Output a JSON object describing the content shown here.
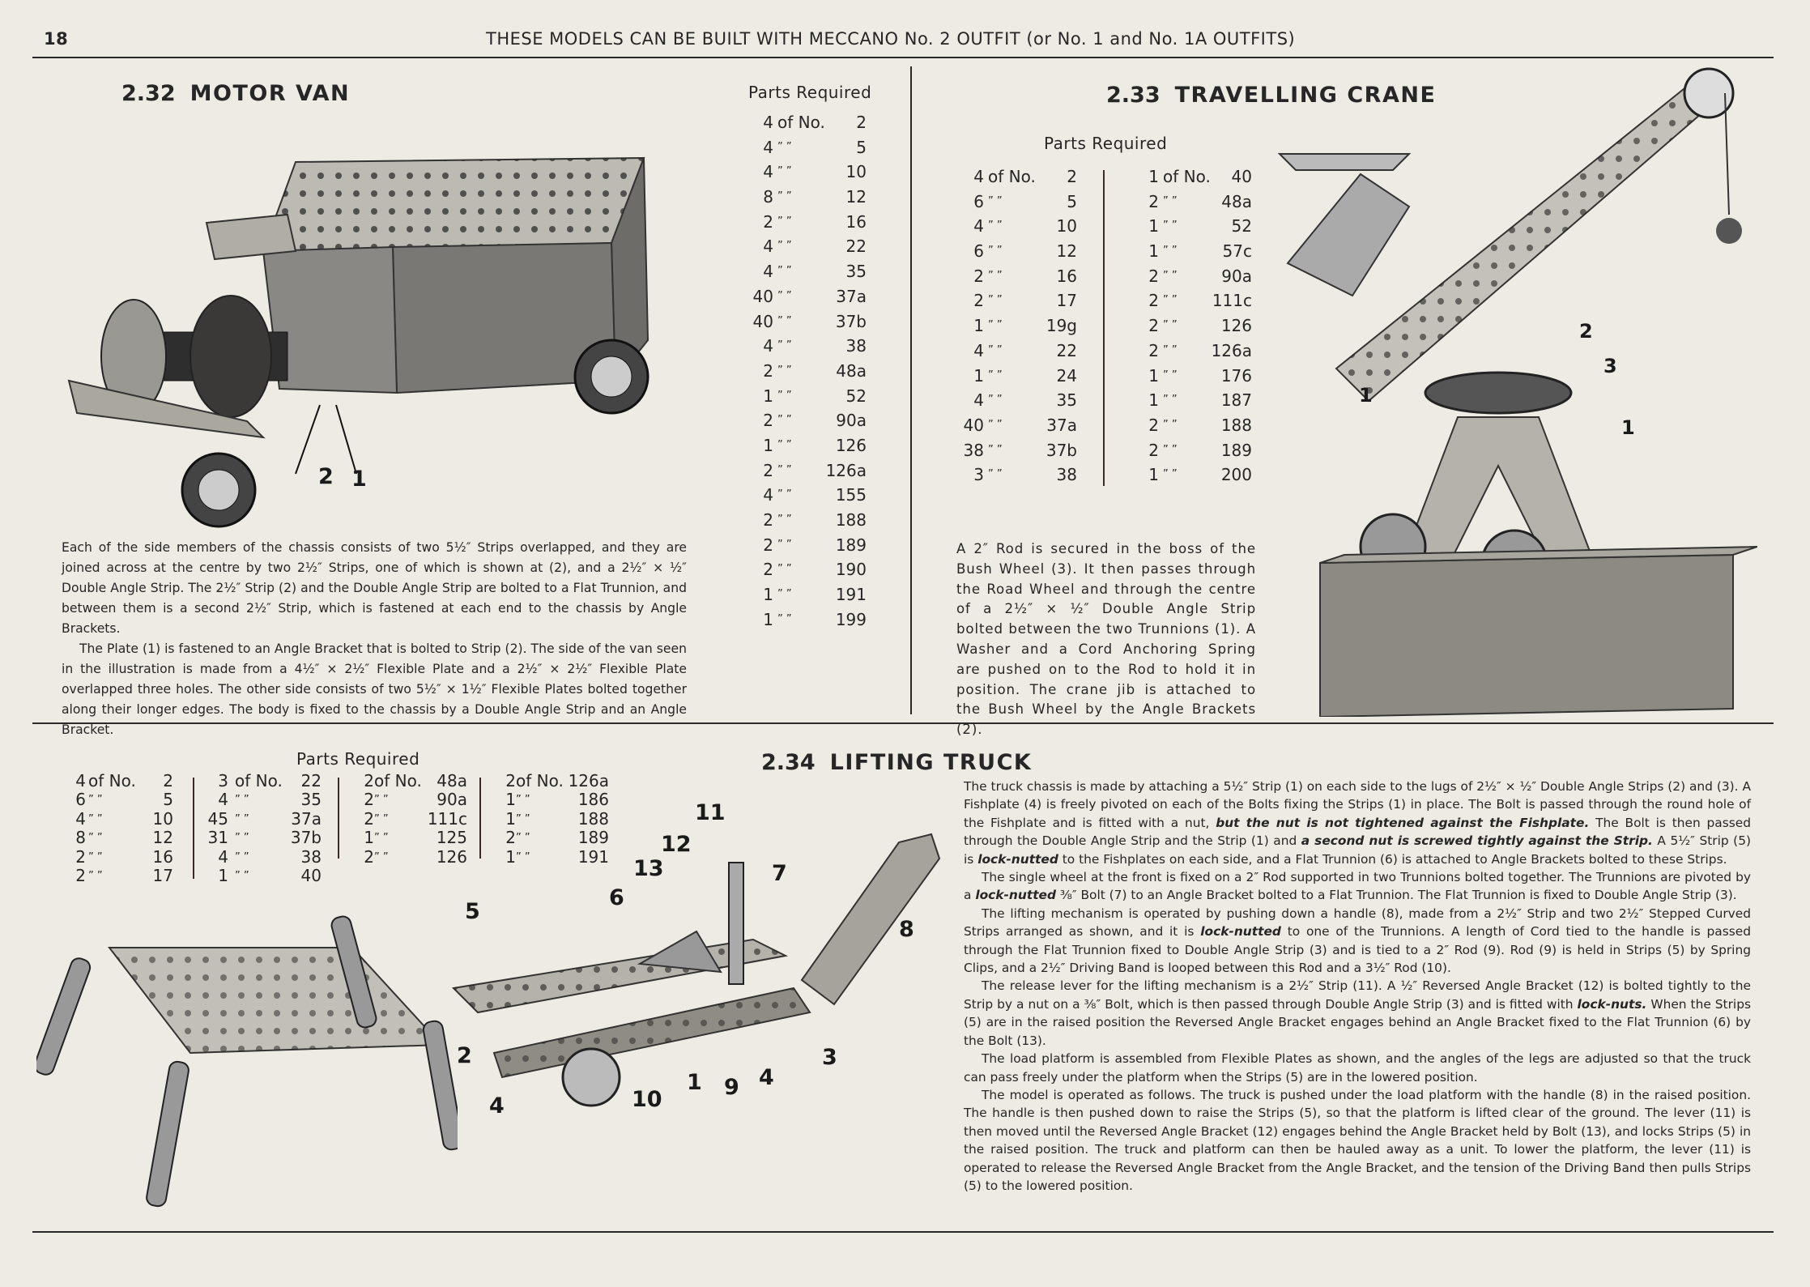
{
  "header": {
    "page_number": "18",
    "title": "THESE MODELS CAN BE BUILT WITH MECCANO No. 2 OUTFIT (or No. 1 and No. 1A OUTFITS)"
  },
  "parts_common": {
    "title": "Parts Required",
    "of_label": "of No.",
    "ditto": "”   ”"
  },
  "motor_van": {
    "number": "2.32",
    "title": "MOTOR VAN",
    "parts": [
      {
        "qty": "4",
        "no": "2"
      },
      {
        "qty": "4",
        "no": "5"
      },
      {
        "qty": "4",
        "no": "10"
      },
      {
        "qty": "8",
        "no": "12"
      },
      {
        "qty": "2",
        "no": "16"
      },
      {
        "qty": "4",
        "no": "22"
      },
      {
        "qty": "4",
        "no": "35"
      },
      {
        "qty": "40",
        "no": "37a"
      },
      {
        "qty": "40",
        "no": "37b"
      },
      {
        "qty": "4",
        "no": "38"
      },
      {
        "qty": "2",
        "no": "48a"
      },
      {
        "qty": "1",
        "no": "52"
      },
      {
        "qty": "2",
        "no": "90a"
      },
      {
        "qty": "1",
        "no": "126"
      },
      {
        "qty": "2",
        "no": "126a"
      },
      {
        "qty": "4",
        "no": "155"
      },
      {
        "qty": "2",
        "no": "188"
      },
      {
        "qty": "2",
        "no": "189"
      },
      {
        "qty": "2",
        "no": "190"
      },
      {
        "qty": "1",
        "no": "191"
      },
      {
        "qty": "1",
        "no": "199"
      }
    ],
    "callouts": [
      "2",
      "1"
    ],
    "paragraphs": [
      [
        {
          "t": "Each of the side members of the chassis consists of two 5½″ Strips overlapped, and they are joined across at the centre by two 2½″ Strips, one of which is shown at (2), and a 2½″ × ½″ Double Angle Strip. The 2½″ Strip (2) and the Double Angle Strip are bolted to a Flat Trunnion, and between them is a second 2½″ Strip, which is fastened at each end to the chassis by Angle Brackets."
        }
      ],
      [
        {
          "t": "The Plate (1) is fastened to an Angle Bracket that is bolted to Strip (2). The side of the van seen in the illustration is made from a 4½″ × 2½″ Flexible Plate and a 2½″ × 2½″ Flexible Plate overlapped three holes. The other side consists of two 5½″ × 1½″ Flexible Plates bolted together along their longer edges. The body is fixed to the chassis by a Double Angle Strip and an Angle Bracket."
        }
      ]
    ]
  },
  "travelling_crane": {
    "number": "2.33",
    "title": "TRAVELLING CRANE",
    "parts_left": [
      {
        "qty": "4",
        "no": "2"
      },
      {
        "qty": "6",
        "no": "5"
      },
      {
        "qty": "4",
        "no": "10"
      },
      {
        "qty": "6",
        "no": "12"
      },
      {
        "qty": "2",
        "no": "16"
      },
      {
        "qty": "2",
        "no": "17"
      },
      {
        "qty": "1",
        "no": "19g"
      },
      {
        "qty": "4",
        "no": "22"
      },
      {
        "qty": "1",
        "no": "24"
      },
      {
        "qty": "4",
        "no": "35"
      },
      {
        "qty": "40",
        "no": "37a"
      },
      {
        "qty": "38",
        "no": "37b"
      },
      {
        "qty": "3",
        "no": "38"
      }
    ],
    "parts_right": [
      {
        "qty": "1",
        "no": "40"
      },
      {
        "qty": "2",
        "no": "48a"
      },
      {
        "qty": "1",
        "no": "52"
      },
      {
        "qty": "1",
        "no": "57c"
      },
      {
        "qty": "2",
        "no": "90a"
      },
      {
        "qty": "2",
        "no": "111c"
      },
      {
        "qty": "2",
        "no": "126"
      },
      {
        "qty": "2",
        "no": "126a"
      },
      {
        "qty": "1",
        "no": "176"
      },
      {
        "qty": "1",
        "no": "187"
      },
      {
        "qty": "2",
        "no": "188"
      },
      {
        "qty": "2",
        "no": "189"
      },
      {
        "qty": "1",
        "no": "200"
      }
    ],
    "callouts": [
      "2",
      "3",
      "1",
      "1"
    ],
    "paragraphs": [
      [
        {
          "t": "A 2″ Rod is secured in the boss of the Bush Wheel (3). It then passes through the Road Wheel and through the centre of a 2½″ × ½″ Double Angle Strip bolted between the two Trunnions (1). A Washer and a Cord Anchoring Spring are pushed on to the Rod to hold it in position. The crane jib is attached to the Bush Wheel by the Angle Brackets (2)."
        }
      ]
    ]
  },
  "lifting_truck": {
    "number": "2.34",
    "title": "LIFTING TRUCK",
    "parts_columns": [
      [
        {
          "qty": "4",
          "no": "2"
        },
        {
          "qty": "6",
          "no": "5"
        },
        {
          "qty": "4",
          "no": "10"
        },
        {
          "qty": "8",
          "no": "12"
        },
        {
          "qty": "2",
          "no": "16"
        },
        {
          "qty": "2",
          "no": "17"
        }
      ],
      [
        {
          "qty": "3",
          "no": "22"
        },
        {
          "qty": "4",
          "no": "35"
        },
        {
          "qty": "45",
          "no": "37a"
        },
        {
          "qty": "31",
          "no": "37b"
        },
        {
          "qty": "4",
          "no": "38"
        },
        {
          "qty": "1",
          "no": "40"
        }
      ],
      [
        {
          "qty": "2",
          "no": "48a"
        },
        {
          "qty": "2",
          "no": "90a"
        },
        {
          "qty": "2",
          "no": "111c"
        },
        {
          "qty": "1",
          "no": "125"
        },
        {
          "qty": "2",
          "no": "126"
        }
      ],
      [
        {
          "qty": "2",
          "no": "126a"
        },
        {
          "qty": "1",
          "no": "186"
        },
        {
          "qty": "1",
          "no": "188"
        },
        {
          "qty": "2",
          "no": "189"
        },
        {
          "qty": "1",
          "no": "191"
        }
      ]
    ],
    "callouts": [
      "11",
      "12",
      "13",
      "7",
      "6",
      "5",
      "8",
      "2",
      "3",
      "4",
      "9",
      "1",
      "10",
      "4"
    ],
    "paragraphs": [
      [
        {
          "t": "The truck chassis is made by attaching a 5½″ Strip (1) on each side to the lugs of 2½″ × ½″ Double Angle Strips (2) and (3). A Fishplate (4) is freely pivoted on each of the Bolts fixing the Strips (1) in place. The Bolt is passed through the round hole of the Fishplate and is fitted with a nut, "
        },
        {
          "t": "but the nut is not tightened against the Fishplate.",
          "i": true
        },
        {
          "t": "  The Bolt is then passed through the Double Angle Strip and the Strip (1) and "
        },
        {
          "t": "a second nut is screwed tightly against the Strip.",
          "i": true
        },
        {
          "t": "  A 5½″ Strip (5) is "
        },
        {
          "t": "lock-nutted",
          "i": true
        },
        {
          "t": " to the Fishplates on each side, and a Flat Trunnion (6) is attached to Angle Brackets bolted to these Strips."
        }
      ],
      [
        {
          "t": "The single wheel at the front is fixed on a 2″ Rod supported in two Trunnions bolted together. The Trunnions are pivoted by a "
        },
        {
          "t": "lock-nutted",
          "i": true
        },
        {
          "t": " ⅜″ Bolt (7) to an Angle Bracket bolted to a Flat Trunnion. The Flat Trunnion is fixed to Double Angle Strip (3)."
        }
      ],
      [
        {
          "t": "The lifting mechanism is operated by pushing down a handle (8), made from a 2½″ Strip and two 2½″ Stepped Curved Strips arranged as shown, and it is "
        },
        {
          "t": "lock-nutted",
          "i": true
        },
        {
          "t": "  to one of the Trunnions. A length of Cord tied to the handle is passed through the Flat Trunnion fixed to Double Angle Strip (3) and is tied to a 2″ Rod (9). Rod (9) is held in Strips (5) by Spring Clips, and a 2½″ Driving Band is looped between this Rod and a 3½″ Rod (10)."
        }
      ],
      [
        {
          "t": "The release lever for the lifting mechanism is a 2½″ Strip (11). A ½″ Reversed Angle Bracket (12) is bolted tightly to the Strip by a nut on a ⅜″ Bolt, which is then passed through Double Angle Strip (3) and is fitted with "
        },
        {
          "t": "lock-nuts.",
          "i": true
        },
        {
          "t": "  When the Strips (5) are in the raised position the Reversed Angle Bracket engages behind an Angle Bracket fixed to the Flat Trunnion (6) by the Bolt (13)."
        }
      ],
      [
        {
          "t": "The load platform is assembled from Flexible Plates as shown, and the angles of the legs are adjusted so that the truck can pass freely under the platform when the Strips (5) are in the lowered position."
        }
      ],
      [
        {
          "t": "The model is operated as follows. The truck is pushed under the load platform with the handle (8) in the raised position. The handle is then pushed down to raise the Strips (5), so that the platform is lifted clear of the ground. The lever (11) is then moved until the Reversed Angle Bracket (12) engages behind the Angle Bracket held by Bolt (13), and locks Strips (5) in the raised position.  The truck and platform can then be hauled away as a unit. To lower the platform, the lever (11) is operated to release the Reversed Angle Bracket from the Angle Bracket, and the tension of the Driving Band then pulls Strips (5) to the lowered position."
        }
      ]
    ]
  }
}
